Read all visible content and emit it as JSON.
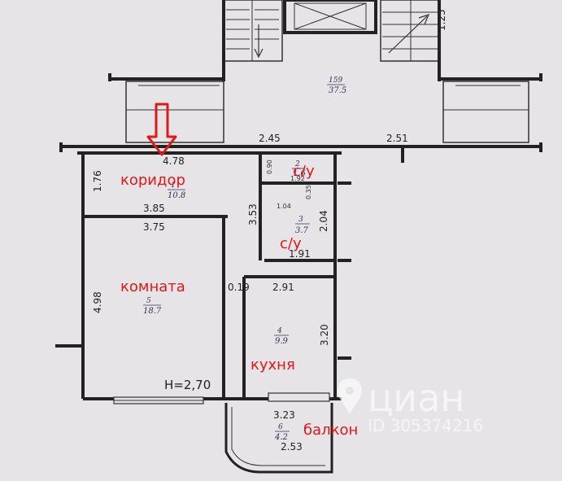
{
  "labels": {
    "corridor": "коридор",
    "bath1": "с/у",
    "bath2": "с/у",
    "room": "комната",
    "kitchen": "кухня",
    "balcony": "балкон",
    "height": "H=2,70"
  },
  "rooms": {
    "hall": {
      "num": "159",
      "area": "37.5"
    },
    "corridor": {
      "num": "1",
      "area": "10.8"
    },
    "bath1": {
      "num": "2",
      "area": "1.6"
    },
    "bath2": {
      "num": "3",
      "area": "3.7"
    },
    "room": {
      "num": "5",
      "area": "18.7"
    },
    "kitchen": {
      "num": "4",
      "area": "9.9"
    },
    "balcony": {
      "num": "6",
      "area": "4.2"
    }
  },
  "dimensions": {
    "d_245": "2.45",
    "d_251": "2.51",
    "d_478": "4.78",
    "d_176": "1.76",
    "d_385": "3.85",
    "d_375": "3.75",
    "d_353": "3.53",
    "d_204": "2.04",
    "d_191": "1.91",
    "d_192": "1.92",
    "d_090": "0.90",
    "d_104": "1.04",
    "d_035": "0.35",
    "d_019": "0.19",
    "d_291": "2.91",
    "d_498": "4.98",
    "d_320": "3.20",
    "d_323": "3.23",
    "d_253": "2.53",
    "d_125": "1.25"
  },
  "watermark": {
    "brand": "циан",
    "id": "ID 305374216"
  },
  "colors": {
    "accent_red": "#e01818",
    "wall": "#222222",
    "background": "#e6e4e6"
  }
}
